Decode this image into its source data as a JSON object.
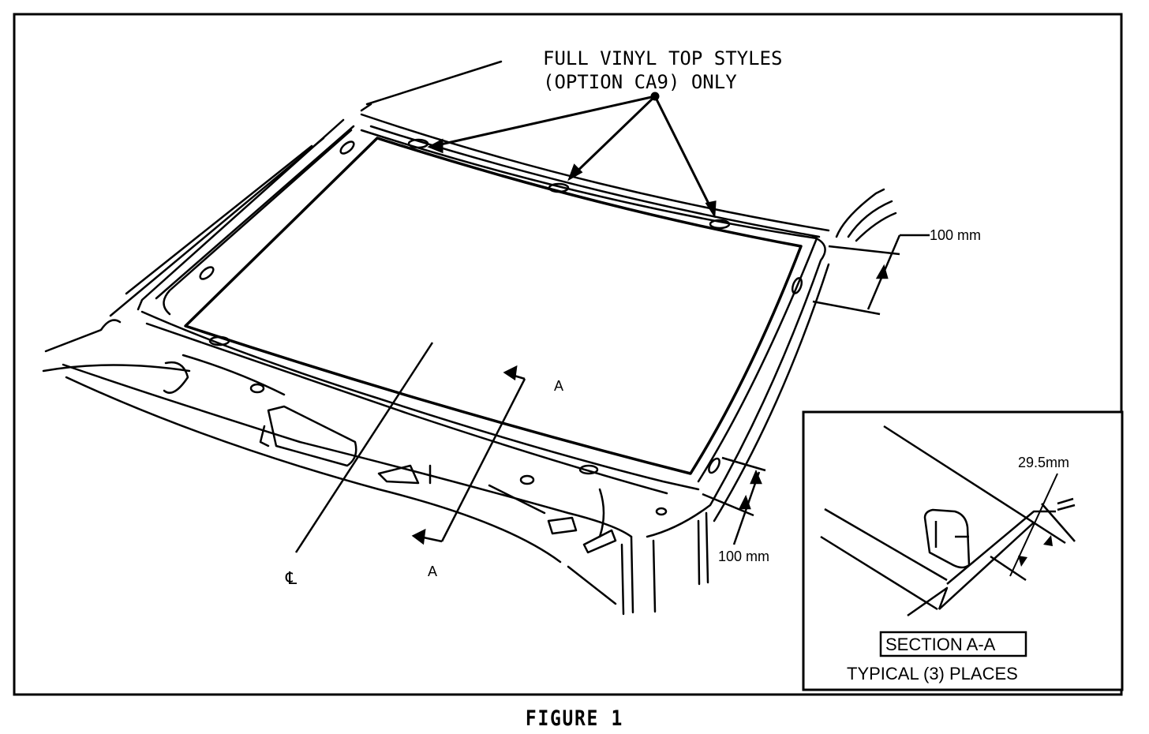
{
  "callout": {
    "line1": "FULL VINYL TOP STYLES",
    "line2": "(OPTION CA9) ONLY"
  },
  "dimensions": {
    "upper_right": "100 mm",
    "lower_right": "100 mm",
    "section_depth": "29.5mm"
  },
  "section_marks": {
    "top": "A",
    "bottom": "A",
    "centerline": "℄"
  },
  "section_inset": {
    "title": "SECTION A-A",
    "subtitle": "TYPICAL (3) PLACES"
  },
  "caption": "FIGURE 1"
}
